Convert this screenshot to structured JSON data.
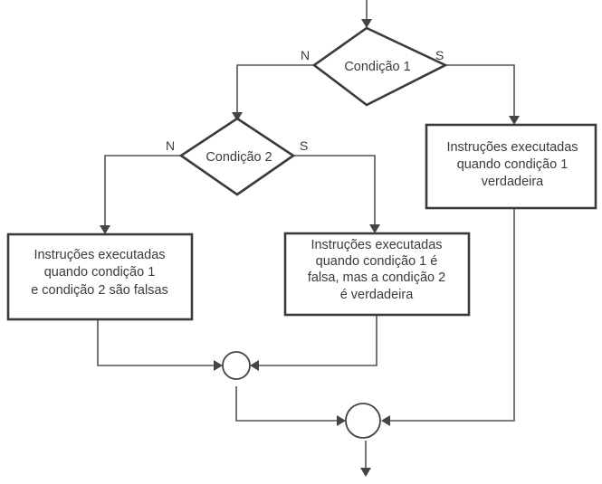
{
  "decisions": {
    "cond1": {
      "label": "Condição 1",
      "no": "N",
      "yes": "S"
    },
    "cond2": {
      "label": "Condição 2",
      "no": "N",
      "yes": "S"
    }
  },
  "process": {
    "cond1_true": {
      "line1": "Instruções executadas",
      "line2": "quando condição 1",
      "line3": "verdadeira"
    },
    "both_false": {
      "line1": "Instruções executadas",
      "line2": "quando condição 1",
      "line3": "e condição 2 são falsas"
    },
    "cond2_true": {
      "line1": "Instruções executadas",
      "line2": "quando condição 1 é",
      "line3": "falsa, mas a condição 2",
      "line4": "é verdadeira"
    }
  }
}
